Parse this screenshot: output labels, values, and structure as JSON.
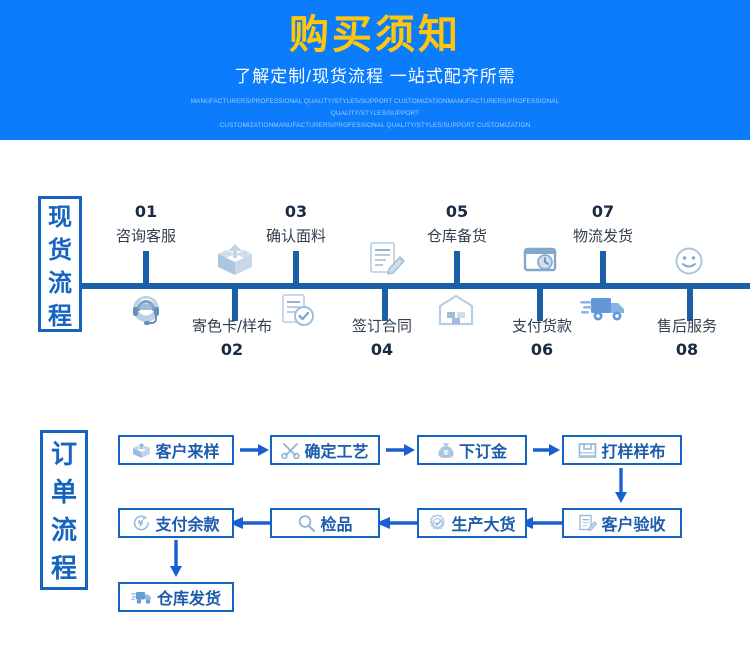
{
  "header": {
    "title": "购买须知",
    "subtitle": "了解定制/现货流程 一站式配齐所需",
    "english_line1": "MANUFACTURERS/PROFESSIONAL QUALITY/STYLES/SUPPORT CUSTOMIZATIONMANUFACTURERS/PROFESSIONAL QUALITY/STYLES/SUPPORT",
    "english_line2": "CUSTOMIZATIONMANUFACTURERS/PROFESSIONAL QUALITY/STYLES/SUPPORT CUSTOMIZATION",
    "bg_color": "#0b7cfb",
    "title_color": "#ffc60b"
  },
  "stock_flow": {
    "label": "现货流程",
    "accent_color": "#1565c0",
    "axis_color": "#1a5fa8",
    "steps": [
      {
        "num": "01",
        "label": "咨询客服",
        "icon": "headset-icon",
        "position": "above"
      },
      {
        "num": "02",
        "label": "寄色卡/样布",
        "icon": "box-open-icon",
        "position": "below"
      },
      {
        "num": "03",
        "label": "确认面料",
        "icon": "document-check-icon",
        "position": "above"
      },
      {
        "num": "04",
        "label": "签订合同",
        "icon": "contract-sign-icon",
        "position": "below"
      },
      {
        "num": "05",
        "label": "仓库备货",
        "icon": "warehouse-icon",
        "position": "above"
      },
      {
        "num": "06",
        "label": "支付货款",
        "icon": "payment-card-icon",
        "position": "below"
      },
      {
        "num": "07",
        "label": "物流发货",
        "icon": "delivery-truck-icon",
        "position": "above"
      },
      {
        "num": "08",
        "label": "售后服务",
        "icon": "smiley-face-icon",
        "position": "below"
      }
    ]
  },
  "order_flow": {
    "label": "订单流程",
    "accent_color": "#1565c0",
    "steps": [
      {
        "id": "s1",
        "label": "客户来样",
        "icon": "sample-box-icon"
      },
      {
        "id": "s2",
        "label": "确定工艺",
        "icon": "scissors-icon"
      },
      {
        "id": "s3",
        "label": "下订金",
        "icon": "money-bag-icon"
      },
      {
        "id": "s4",
        "label": "打样样布",
        "icon": "swatch-icon"
      },
      {
        "id": "s5",
        "label": "客户验收",
        "icon": "inspect-doc-icon"
      },
      {
        "id": "s6",
        "label": "生产大货",
        "icon": "gear-check-icon"
      },
      {
        "id": "s7",
        "label": "检品",
        "icon": "magnifier-icon"
      },
      {
        "id": "s8",
        "label": "支付余款",
        "icon": "yuan-refund-icon"
      },
      {
        "id": "s9",
        "label": "仓库发货",
        "icon": "shipping-truck-icon"
      }
    ]
  }
}
